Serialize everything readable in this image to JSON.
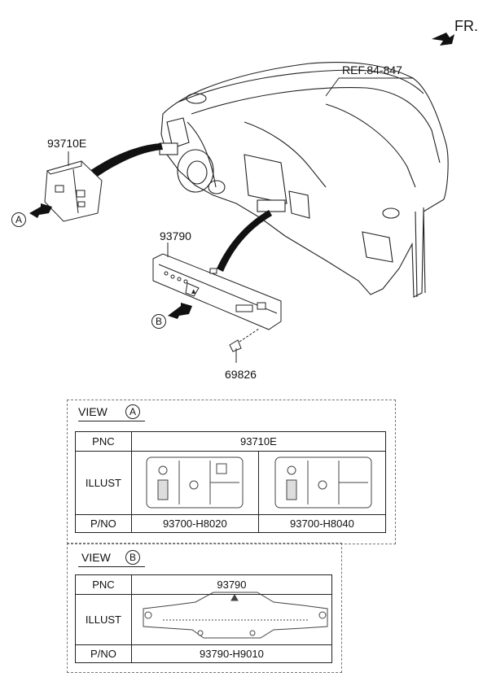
{
  "direction": {
    "label": "FR."
  },
  "ref_label": "REF.84-847",
  "callouts": {
    "a": "A",
    "b": "B"
  },
  "parts": {
    "part_a": "93710E",
    "part_b": "93790",
    "screw": "69826"
  },
  "view_a": {
    "title": "VIEW",
    "marker": "A",
    "row_pnc": "PNC",
    "row_illust": "ILLUST",
    "row_pno": "P/NO",
    "pnc_value": "93710E",
    "pno_1": "93700-H8020",
    "pno_2": "93700-H8040"
  },
  "view_b": {
    "title": "VIEW",
    "marker": "B",
    "row_pnc": "PNC",
    "row_illust": "ILLUST",
    "row_pno": "P/NO",
    "pnc_value": "93790",
    "pno_1": "93790-H9010"
  },
  "colors": {
    "line": "#222222",
    "dashed": "#777777"
  }
}
